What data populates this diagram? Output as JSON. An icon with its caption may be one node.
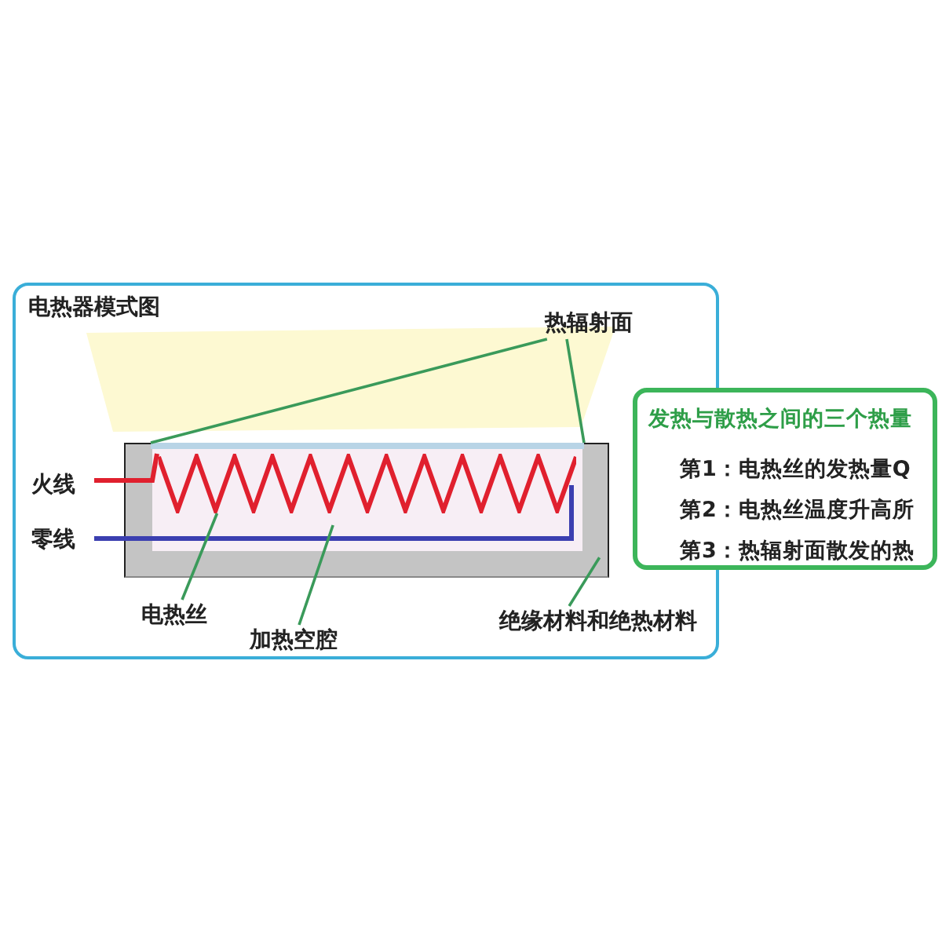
{
  "diagram": {
    "nodes": [
      {
        "text": [
          "电热器模式图"
        ]
      },
      {
        "text": [
          "热辐射面"
        ],
        "in": 0
      },
      {
        "text": [],
        "shape": "box",
        "in": 0
      },
      {
        "text": [],
        "shape": "bar",
        "in": 2
      },
      {
        "text": [],
        "shape": "box",
        "in": 2
      },
      {
        "text": [],
        "shape": "coil",
        "in": 4
      },
      {
        "text": [
          "电热丝"
        ],
        "in": 0
      },
      {
        "text": [
          "加热空腔"
        ],
        "in": 0
      },
      {
        "text": [
          "绝缘材料和绝热材料"
        ],
        "in": 0
      },
      {
        "text": [
          "发热与散热之间的三个热量",
          "第1：电热丝的发热量Q",
          "第2：电热丝温度升高所",
          "第3：热辐射面散发的热"
        ]
      }
    ],
    "edges": [
      {
        "from": 1,
        "to": 3,
        "arrow": "none"
      },
      {
        "from": 1,
        "to": 3,
        "arrow": "none"
      },
      {
        "from": 6,
        "to": 5,
        "arrow": "none"
      },
      {
        "from": 7,
        "to": 4,
        "arrow": "none"
      },
      {
        "from": 8,
        "to": 2,
        "arrow": "none"
      }
    ],
    "labels": [
      "火线",
      "零线"
    ]
  }
}
